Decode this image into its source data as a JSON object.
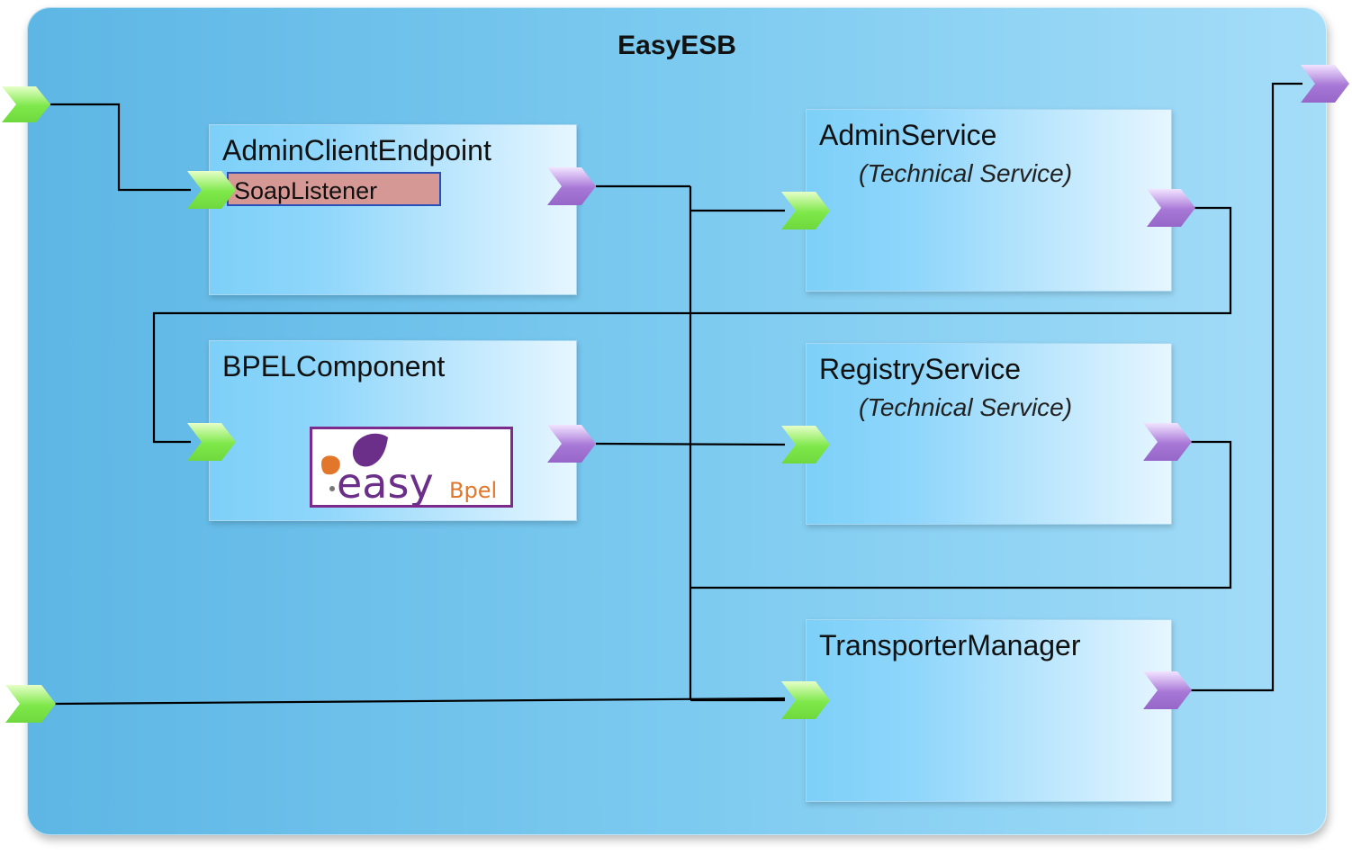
{
  "container": {
    "title": "EasyESB"
  },
  "boxes": {
    "admin_client": {
      "title": "AdminClientEndpoint",
      "listener": "SoapListener"
    },
    "admin_service": {
      "title": "AdminService",
      "subtitle": "(Technical Service)"
    },
    "bpel": {
      "title": "BPELComponent"
    },
    "registry": {
      "title": "RegistryService",
      "subtitle": "(Technical Service)"
    },
    "transporter": {
      "title": "TransporterManager"
    }
  },
  "logo": {
    "text_prefix": "easy",
    "text_suffix": "Bpel"
  },
  "colors": {
    "consumer_arrow": "#7ee84a",
    "provider_arrow": "#a777d6",
    "listener_fill": "#d69895",
    "logo_border": "#7c2b8c"
  }
}
